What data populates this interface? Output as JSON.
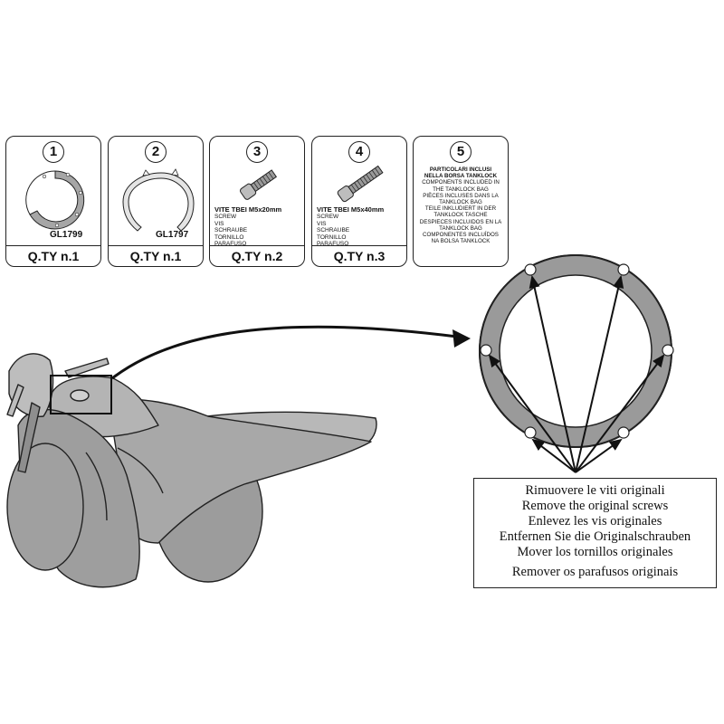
{
  "parts": [
    {
      "number": "1",
      "code": "GL1799",
      "qty": "Q.TY n.1"
    },
    {
      "number": "2",
      "code": "GL1797",
      "qty": "Q.TY n.1"
    },
    {
      "number": "3",
      "title": "VITE TBEI M5x20mm",
      "lines": [
        "SCREW",
        "VIS",
        "SCHRAUBE",
        "TORNILLO",
        "PARAFUSO"
      ],
      "qty": "Q.TY n.2"
    },
    {
      "number": "4",
      "title": "VITE TBEI M5x40mm",
      "lines": [
        "SCREW",
        "VIS",
        "SCHRAUBE",
        "TORNILLO",
        "PARAFUSO"
      ],
      "qty": "Q.TY n.3"
    },
    {
      "number": "5",
      "lines": [
        "PARTICOLARI INCLUSI",
        "NELLA BORSA TANKLOCK",
        "COMPONENTS INCLUDED IN",
        "THE TANKLOCK BAG",
        "PIÈCES INCLUSES DANS LA",
        "TANKLOCK BAG",
        "TEILE INKLUDIERT IN DER",
        "TANKLOCK TASCHE",
        "DESPIECES INCLUIDOS EN LA",
        "TANKLOCK BAG",
        "COMPONENTES INCLUÍDOS",
        "NA BOLSA TANKLOCK"
      ]
    }
  ],
  "instructions": [
    "Rimuovere le viti originali",
    "Remove the original screws",
    "Enlevez  les vis originales",
    "Entfernen Sie die Originalschrauben",
    "Mover los tornillos originales",
    "Remover os parafusos originais"
  ],
  "colors": {
    "ring": "#9a9a9a",
    "outline": "#222222",
    "bike": "#a8a8a8"
  }
}
